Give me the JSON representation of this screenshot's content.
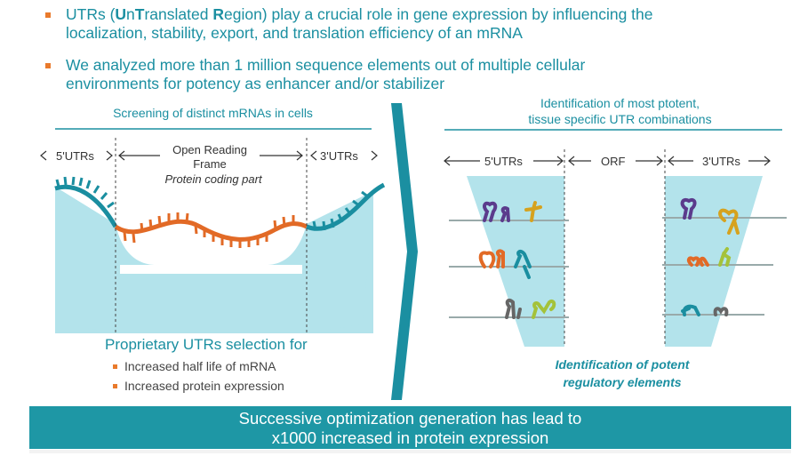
{
  "bullets": [
    {
      "pre": "UTRs (",
      "b1": "U",
      "m1": "n",
      "b2": "T",
      "m2": "ranslated ",
      "b3": "R",
      "post": "egion) play a crucial role in gene expression by influencing the",
      "line2": "localization, stability, export, and translation efficiency of an mRNA"
    },
    {
      "line1": "We analyzed more than 1 million sequence elements out of multiple cellular",
      "line2": "environments for potency as enhancer and/or stabilizer"
    }
  ],
  "left": {
    "title": "Screening of distinct mRNAs in cells",
    "utr5_label": "5'UTRs",
    "utr3_label": "3'UTRs",
    "orf_line1": "Open Reading",
    "orf_line2": "Frame",
    "orf_line3": "Protein coding part",
    "selection_title": "Proprietary UTRs selection for",
    "selection_items": [
      "Increased half life of mRNA",
      "Increased protein expression"
    ]
  },
  "right": {
    "title_line1": "Identification of most ptotent,",
    "title_line2": "tissue specific UTR combinations",
    "utr5_label": "5'UTRs",
    "orf_label": "ORF",
    "utr3_label": "3'UTRs",
    "footer_line1": "Identification of potent",
    "footer_line2": "regulatory elements"
  },
  "banner": {
    "line1": "Successive optimization generation has lead to",
    "line2": "x1000 increased in protein expression"
  },
  "colors": {
    "accent_teal": "#1b8fa1",
    "bullet_orange": "#e97a2c",
    "light_blue": "#b3e3eb",
    "banner_teal": "#1e97a5"
  }
}
